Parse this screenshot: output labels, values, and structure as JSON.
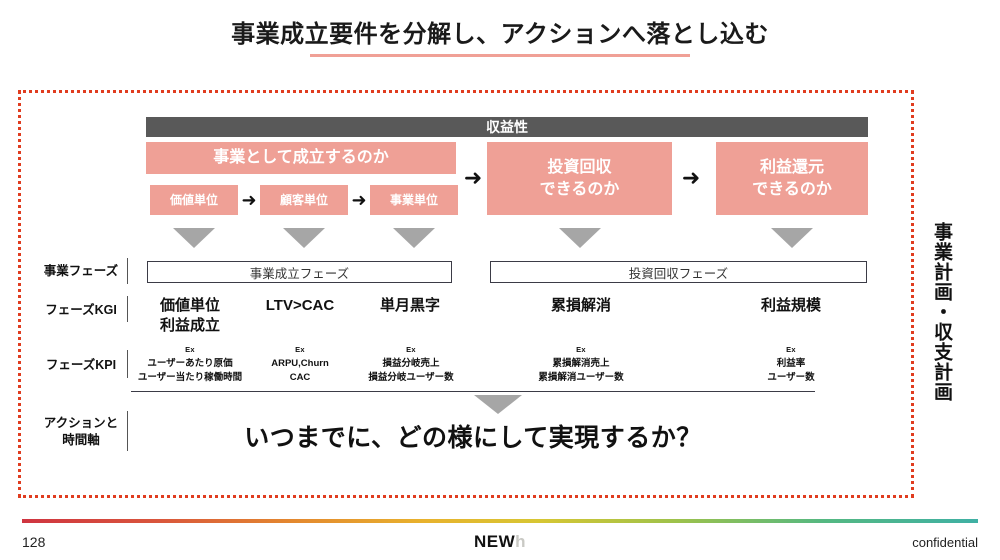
{
  "slide": {
    "title": "事業成立要件を分解し、アクションへ落とし込む",
    "vertical_label": "事業計画・収支計画",
    "bottom_question": "いつまでに、どの様にして実現するか？"
  },
  "colors": {
    "accent_salmon": "#efa096",
    "header_gray": "#595959",
    "frame_red": "#e03c1f",
    "triangle_gray": "#a6a6a6",
    "title_underline": "#f0a096"
  },
  "top": {
    "profit_bar": "収益性",
    "main_boxes": [
      {
        "label": "事業として成立するのか"
      },
      {
        "label": "投資回収\nできるのか",
        "line1": "投資回収",
        "line2": "できるのか"
      },
      {
        "label": "利益還元\nできるのか",
        "line1": "利益還元",
        "line2": "できるのか"
      }
    ],
    "unit_boxes": [
      {
        "label": "価値単位"
      },
      {
        "label": "顧客単位"
      },
      {
        "label": "事業単位"
      }
    ],
    "arrow_glyph": "➜"
  },
  "rows": {
    "labels": [
      {
        "id": "phase",
        "line1": "事業フェーズ",
        "line2": ""
      },
      {
        "id": "kgi",
        "line1": "フェーズKGI",
        "line2": ""
      },
      {
        "id": "kpi",
        "line1": "フェーズKPI",
        "line2": ""
      },
      {
        "id": "action",
        "line1": "アクションと",
        "line2": "時間軸"
      }
    ]
  },
  "phases": [
    {
      "label": "事業成立フェーズ"
    },
    {
      "label": "投資回収フェーズ"
    }
  ],
  "kgi": [
    {
      "line1": "価値単位",
      "line2": "利益成立"
    },
    {
      "line1": "LTV>CAC",
      "line2": ""
    },
    {
      "line1": "単月黒字",
      "line2": ""
    },
    {
      "line1": "累損解消",
      "line2": ""
    },
    {
      "line1": "利益規模",
      "line2": ""
    }
  ],
  "kpi": [
    {
      "ex": "Ex",
      "line1": "ユーザーあたり原価",
      "line2": "ユーザー当たり稼働時間"
    },
    {
      "ex": "Ex",
      "line1": "ARPU,Churn",
      "line2": "CAC"
    },
    {
      "ex": "Ex",
      "line1": "損益分岐売上",
      "line2": "損益分岐ユーザー数"
    },
    {
      "ex": "Ex",
      "line1": "累損解消売上",
      "line2": "累損解消ユーザー数"
    },
    {
      "ex": "Ex",
      "line1": "利益率",
      "line2": "ユーザー数"
    }
  ],
  "footer": {
    "page_number": "128",
    "brand_main": "NEW",
    "brand_suffix": "h",
    "confidential": "confidential"
  }
}
